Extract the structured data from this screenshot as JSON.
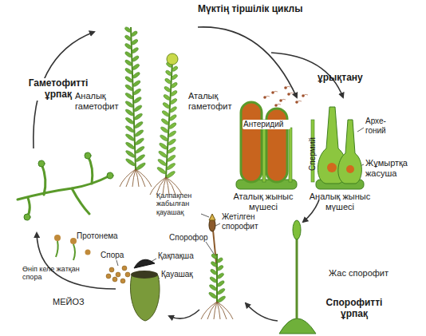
{
  "diagram": {
    "title": "Мүктің тіршілік циклы",
    "labels": [
      "Гаметофитті ұрпақ",
      "Аналық гаметофит",
      "Аталық гаметофит",
      "ұрықтану",
      "Антеридий",
      "Спермий",
      "Архе- гоний",
      "Жұмыртқа жасуша",
      "Аталық жыныс мүшесі",
      "Аналық жыныс мүшесі",
      "Жас спорофит",
      "Спорофитті ұрпақ",
      "Қалпақпен жабылған қауашақ",
      "Жетілген спорофит",
      "Спорофор",
      "Қақпақша",
      "Қауашақ",
      "Спора",
      "Өніп келе жатқан спора",
      "Протонема",
      "МЕЙОЗ"
    ]
  }
}
